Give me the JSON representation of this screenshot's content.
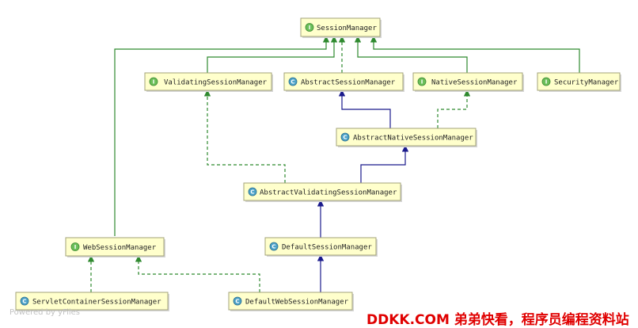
{
  "badge_letters": {
    "interface": "I",
    "class": "C"
  },
  "colors": {
    "interface_badge": "#6bbf59",
    "class_badge": "#4ea3c9",
    "implements_edge": "#2f8a2f",
    "extends_edge": "#1a1a8c"
  },
  "nodes": {
    "session_manager": {
      "label": "SessionManager",
      "kind": "interface"
    },
    "validating_session_manager": {
      "label": "ValidatingSessionManager",
      "kind": "interface"
    },
    "abstract_session_manager": {
      "label": "AbstractSessionManager",
      "kind": "class"
    },
    "native_session_manager": {
      "label": "NativeSessionManager",
      "kind": "interface"
    },
    "security_manager": {
      "label": "SecurityManager",
      "kind": "interface"
    },
    "abstract_native_session_manager": {
      "label": "AbstractNativeSessionManager",
      "kind": "class"
    },
    "abstract_validating_session_manager": {
      "label": "AbstractValidatingSessionManager",
      "kind": "class"
    },
    "web_session_manager": {
      "label": "WebSessionManager",
      "kind": "interface"
    },
    "default_session_manager": {
      "label": "DefaultSessionManager",
      "kind": "class"
    },
    "servlet_container_session_manager": {
      "label": "ServletContainerSessionManager",
      "kind": "class"
    },
    "default_web_session_manager": {
      "label": "DefaultWebSessionManager",
      "kind": "class"
    }
  },
  "footer": {
    "watermark": "Powered by yFiles",
    "site": "DDKK.COM 弟弟快看，程序员编程资料站"
  }
}
